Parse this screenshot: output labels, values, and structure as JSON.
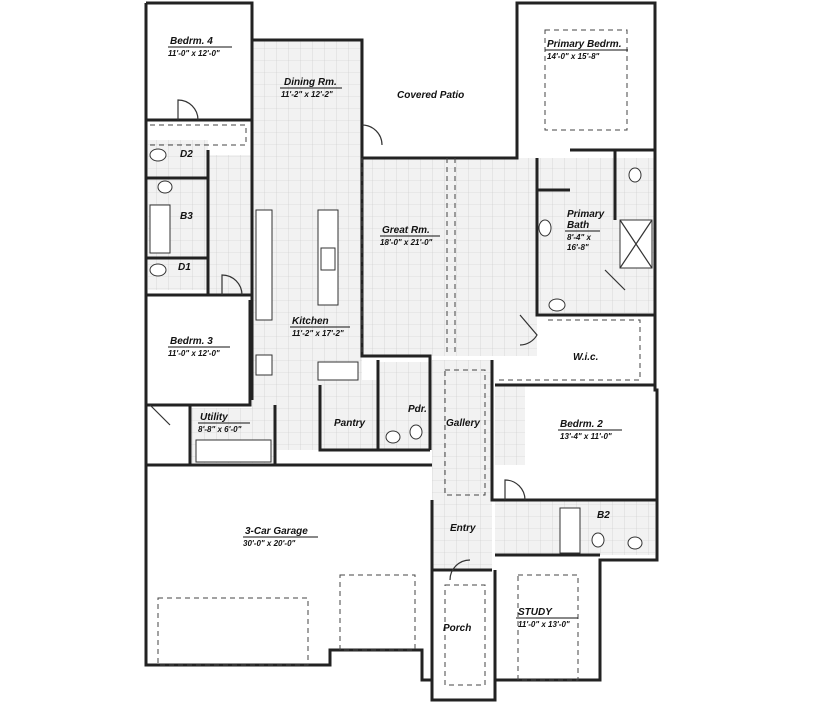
{
  "rooms": {
    "bedrm4": {
      "name": "Bedrm. 4",
      "dims": "11'-0\" x 12'-0\""
    },
    "dining": {
      "name": "Dining Rm.",
      "dims": "11'-2\" x 12'-2\""
    },
    "patio": {
      "name": "Covered Patio"
    },
    "primary_bedrm": {
      "name": "Primary Bedrm.",
      "dims": "14'-0\" x 15'-8\""
    },
    "d2": {
      "name": "D2"
    },
    "b3": {
      "name": "B3"
    },
    "d1": {
      "name": "D1"
    },
    "great_rm": {
      "name": "Great Rm.",
      "dims": "18'-0\" x 21'-0\""
    },
    "primary_bath": {
      "name_line1": "Primary",
      "name_line2": "Bath",
      "dims_line1": "8'-4\" x",
      "dims_line2": "16'-8\""
    },
    "kitchen": {
      "name": "Kitchen",
      "dims": "11'-2\" x 17'-2\""
    },
    "bedrm3": {
      "name": "Bedrm. 3",
      "dims": "11'-0\" x 12'-0\""
    },
    "wic": {
      "name": "W.i.c."
    },
    "utility": {
      "name": "Utility",
      "dims": "8'-8\" x 6'-0\""
    },
    "pantry": {
      "name": "Pantry"
    },
    "pdr": {
      "name": "Pdr."
    },
    "gallery": {
      "name": "Gallery"
    },
    "bedrm2": {
      "name": "Bedrm. 2",
      "dims": "13'-4\" x 11'-0\""
    },
    "garage": {
      "name": "3-Car Garage",
      "dims": "30'-0\" x 20'-0\""
    },
    "entry": {
      "name": "Entry"
    },
    "b2": {
      "name": "B2"
    },
    "study": {
      "name": "STUDY",
      "dims": "11'-0\" x 13'-0\""
    },
    "porch": {
      "name": "Porch"
    }
  }
}
